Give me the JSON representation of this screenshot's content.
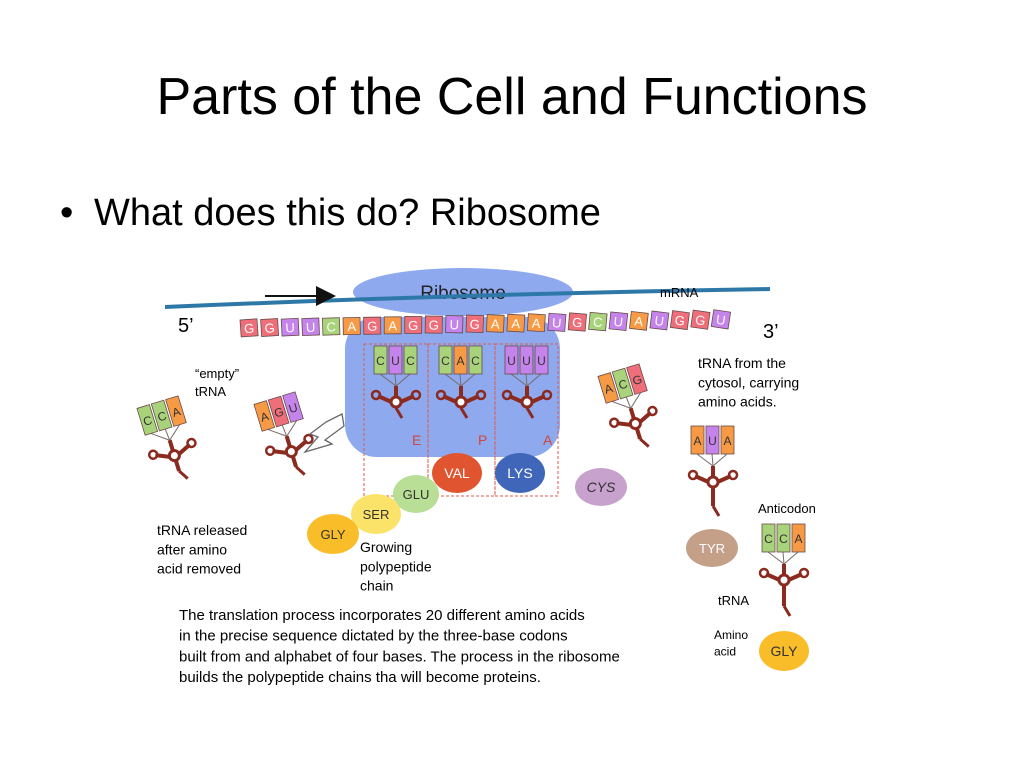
{
  "slide": {
    "title": "Parts of the Cell and Functions",
    "bullet": "What does this do? Ribosome"
  },
  "diagram": {
    "ribosome_label": "Ribosome",
    "mrna_label": "mRNA",
    "five_prime": "5’",
    "three_prime": "3’",
    "mrna_bases": [
      "G",
      "G",
      "U",
      "U",
      "C",
      "A",
      "G",
      "A",
      "G",
      "G",
      "U",
      "G",
      "A",
      "A",
      "A",
      "U",
      "G",
      "C",
      "U",
      "A",
      "U",
      "G",
      "G",
      "U"
    ],
    "codons_in_ribosome": [
      [
        "C",
        "U",
        "C"
      ],
      [
        "C",
        "A",
        "C"
      ],
      [
        "U",
        "U",
        "U"
      ]
    ],
    "site_labels": [
      "E",
      "P",
      "A"
    ],
    "empty_trna_label": "“empty”\ntRNA",
    "released_trna_bases": [
      "C",
      "C",
      "A"
    ],
    "empty_trna_bases": [
      "A",
      "G",
      "U"
    ],
    "incoming_trna_bases": [
      "A",
      "C",
      "G"
    ],
    "tyr_trna_bases": [
      "A",
      "U",
      "A"
    ],
    "gly_trna_bases": [
      "C",
      "C",
      "A"
    ],
    "amino_acids": {
      "val": "VAL",
      "lys": "LYS",
      "cys": "CYS",
      "glu": "GLU",
      "ser": "SER",
      "gly_chain": "GLY",
      "tyr": "TYR",
      "gly_key": "GLY"
    },
    "released_text": "tRNA released\nafter amino\nacid removed",
    "growing_text": "Growing\npolypeptide\nchain",
    "cytosol_text": "tRNA from the\ncytosol, carrying\namino acids.",
    "anticodon_label": "Anticodon",
    "trna_label": "tRNA",
    "amino_acid_label": "Amino\nacid",
    "caption": "The translation process incorporates 20 different amino acids\nin the precise sequence dictated by the three-base codons\nbuilt from and alphabet of four bases. The process in the ribosome\nbuilds the polypeptide chains tha will become proteins."
  },
  "colors": {
    "G": "#ee6f79",
    "U": "#c484ec",
    "C": "#a9d37b",
    "A": "#f79a45",
    "ribosome": "#8ea9ee",
    "mrna_strand": "#2e78a8",
    "trna": "#8b2a1f",
    "val": "#e0552f",
    "lys": "#3f66b8",
    "cys": "#c7a2cc",
    "glu": "#b8df95",
    "ser": "#fbe36a",
    "gly": "#f9bd2a",
    "tyr": "#c4a089"
  }
}
